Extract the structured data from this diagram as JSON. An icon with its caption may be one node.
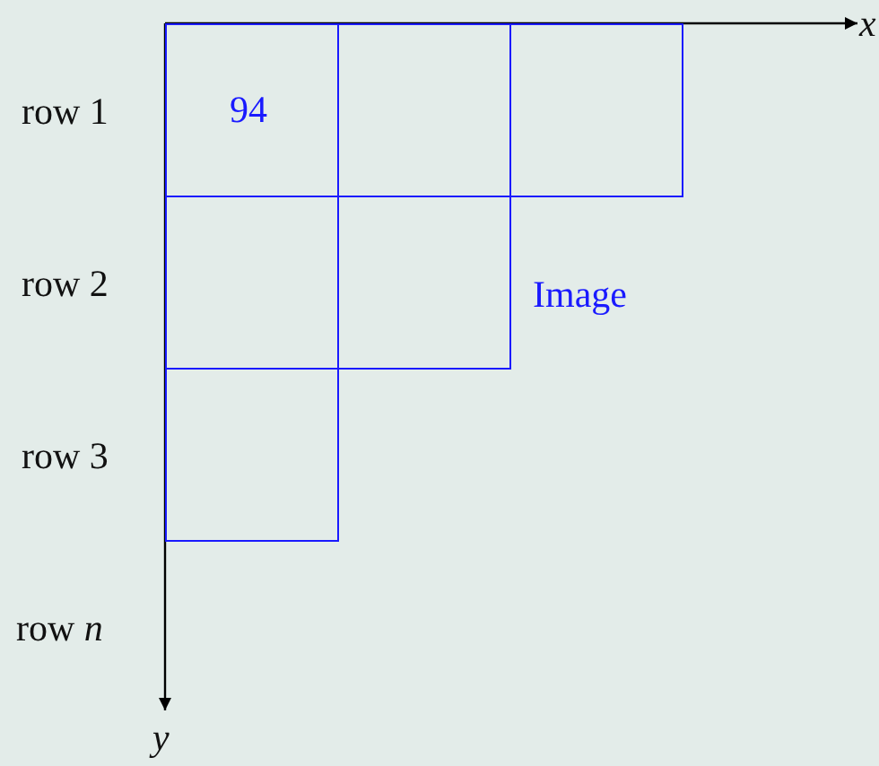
{
  "diagram": {
    "nodes": [
      {
        "text": [
          "94"
        ]
      },
      {
        "text": [],
        "shape": "box"
      },
      {
        "text": [],
        "shape": "box"
      },
      {
        "text": [],
        "shape": "box"
      },
      {
        "text": [],
        "shape": "box"
      },
      {
        "text": [],
        "shape": "box"
      }
    ],
    "labels": [
      "row 1",
      "row 2",
      "row 3",
      "row *n*",
      "x",
      "y",
      "Image"
    ]
  }
}
